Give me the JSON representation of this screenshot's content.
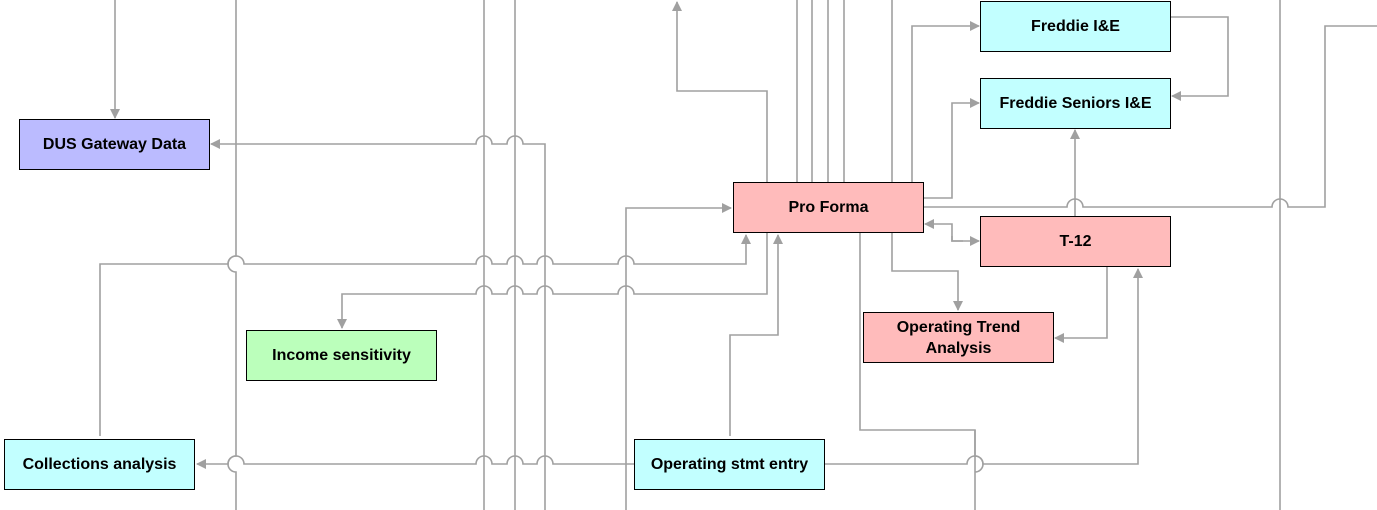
{
  "colors": {
    "connector": "#a0a0a0",
    "border": "#000000",
    "dus_fill": "#bbbbff",
    "cyan_fill": "#c2ffff",
    "pink_fill": "#ffbbbb",
    "green_fill": "#bbffbb"
  },
  "nodes": {
    "dus_gateway": "DUS Gateway Data",
    "freddie_ie": "Freddie I&E",
    "freddie_seniors": "Freddie Seniors I&E",
    "pro_forma": "Pro Forma",
    "t12": "T-12",
    "operating_trend": "Operating Trend Analysis",
    "income_sensitivity": "Income sensitivity",
    "collections": "Collections analysis",
    "operating_stmt": "Operating stmt entry"
  }
}
